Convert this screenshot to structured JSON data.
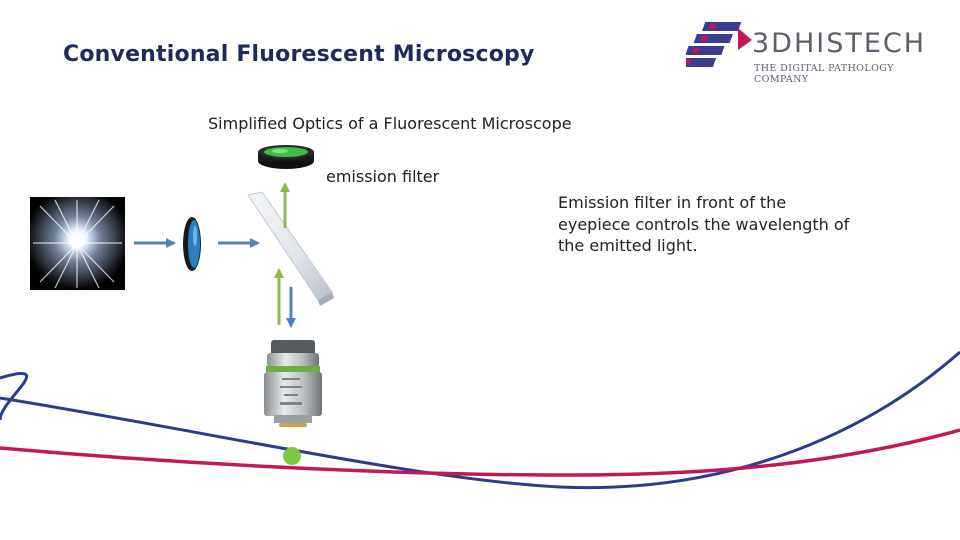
{
  "slide": {
    "title": "Conventional Fluorescent Microscopy",
    "subtitle": "Simplified Optics of a Fluorescent Microscope",
    "emission_label": "emission filter",
    "description": "Emission filter in front of the eyepiece controls the wavelength of the emitted light."
  },
  "logo": {
    "name": "3DHISTECH",
    "tagline": "THE DIGITAL PATHOLOGY COMPANY"
  },
  "colors": {
    "title": "#1f2a5a",
    "excitation_arrow": "#4f81bd",
    "emission_arrow": "#8db94f",
    "emission_filter_glass": "#3fbf3f",
    "excitation_filter_glass": "#2b7fbf",
    "specimen": "#7bc842",
    "swoosh_blue": "#2c3c8c",
    "swoosh_magenta": "#c2185b"
  }
}
